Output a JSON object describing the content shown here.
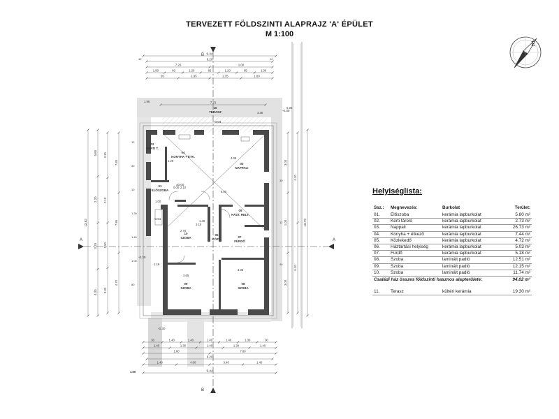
{
  "title_line1": "TERVEZETT FÖLDSZINTI ALAPRAJZ 'A' ÉPÜLET",
  "title_line2": "M 1:100",
  "compass_letter": "É",
  "legend": {
    "title": "Helyiséglista:",
    "headers": {
      "no": "Ssz.:",
      "name": "Megnevezés:",
      "floor": "Burkolat",
      "area": "Terület:"
    },
    "rooms": [
      {
        "no": "01.",
        "name": "Előszoba",
        "floor": "kerámia lapburkolat",
        "area": "5.80 m²"
      },
      {
        "no": "02.",
        "name": "Kerti tároló",
        "floor": "kerámia lapburkolat",
        "area": "2.73 m²"
      },
      {
        "no": "03.",
        "name": "Nappali",
        "floor": "kerámia lapburkolat",
        "area": "26.73 m²"
      },
      {
        "no": "04.",
        "name": "Konyha + étkező",
        "floor": "kerámia lapburkolat",
        "area": "7.44 m²"
      },
      {
        "no": "05.",
        "name": "Közlekedő",
        "floor": "kerámia lapburkolat",
        "area": "4.72 m²"
      },
      {
        "no": "06.",
        "name": "Háztartási helyiség",
        "floor": "kerámia lapburkolat",
        "area": "5.03 m²"
      },
      {
        "no": "07.",
        "name": "Fürdő",
        "floor": "kerámia lapburkolat",
        "area": "5.18 m²"
      },
      {
        "no": "08.",
        "name": "Szoba",
        "floor": "laminált padló",
        "area": "12.51 m²"
      },
      {
        "no": "09.",
        "name": "Szoba",
        "floor": "laminált padló",
        "area": "12.15 m²"
      },
      {
        "no": "10.",
        "name": "Szoba",
        "floor": "laminált padló",
        "area": "11.74 m²"
      }
    ],
    "total_label": "Családi ház összes földszinti hasznos alapterülete:",
    "total_value": "94.02 m²",
    "terrace": {
      "no": "11.",
      "name": "Terasz",
      "floor": "kültéri kerámia",
      "area": "19.30 m²"
    }
  },
  "plan": {
    "room_labels": [
      {
        "num": "10",
        "name": "TERASZ"
      },
      {
        "num": "02",
        "name": "KERTI T."
      },
      {
        "num": "04",
        "name": "KONYHA + ÉTK."
      },
      {
        "num": "03",
        "name": "NAPPALI"
      },
      {
        "num": "01",
        "name": "ELŐSZOBA"
      },
      {
        "num": "06",
        "name": "HÁZT. HELY."
      },
      {
        "num": "10",
        "name": "SZOBA"
      },
      {
        "num": "05",
        "name": "KÖZL."
      },
      {
        "num": "07",
        "name": "FÜRDŐ"
      },
      {
        "num": "09",
        "name": "SZOBA"
      },
      {
        "num": "08",
        "name": "SZOBA"
      }
    ],
    "top_dimensions": {
      "overall": "9.44",
      "row2": "9.20",
      "row3": [
        "7.20",
        "1.00"
      ],
      "row4": [
        "1.90",
        "60",
        "1.20",
        "80",
        "1.20",
        "85",
        "1.00"
      ],
      "row5": [
        "95",
        "1.95",
        "2.35",
        "1.60"
      ],
      "terrace_width": "7.72",
      "left_outer": "1.95",
      "right_outer": "3.30",
      "right_end": "0.30"
    },
    "bottom_dimensions": {
      "row1": [
        "30",
        "1.40",
        "1.40",
        "1.40",
        "1.40",
        "1.30",
        "30"
      ],
      "row2": [
        "1.40",
        "1.30",
        "1.40",
        "1.30",
        "1.40"
      ],
      "row3": [
        "1.60",
        "7.60"
      ],
      "row4": "9.20",
      "row5": [
        "1.40",
        "4.00",
        "3.40",
        "1.40"
      ],
      "overall": "9.44",
      "corner": "1.60"
    },
    "left_dimensions": {
      "outer": "13.82",
      "chain1": [
        "5.60",
        "2.20",
        "3.25",
        "4.30"
      ],
      "chain2": [
        "3.10",
        "2.10",
        "2.50",
        "3.03"
      ],
      "lower": [
        "7.85",
        "7.95",
        "4.70"
      ],
      "small": [
        "12",
        "30",
        "10",
        "1.30",
        "1.40",
        "1.00",
        "80"
      ]
    },
    "right_dimensions": {
      "outer": "13.79",
      "chain1": [
        "3.00",
        "1.00",
        "3.00"
      ],
      "chain2": [
        "4.10",
        "6.10"
      ],
      "small": [
        "30",
        "12",
        "40"
      ]
    },
    "interior_dimensions": [
      "2.70",
      "3.65",
      "3.05",
      "6.00",
      "1.40",
      "2.10",
      "1.19",
      "0.00",
      "1.00",
      "2.10",
      "1.20",
      "4.35"
    ],
    "elevations": [
      "-0.30",
      "±0.00",
      "-0.04",
      "-0.01"
    ],
    "section_marks": [
      "A",
      "A",
      "B",
      "B"
    ]
  }
}
